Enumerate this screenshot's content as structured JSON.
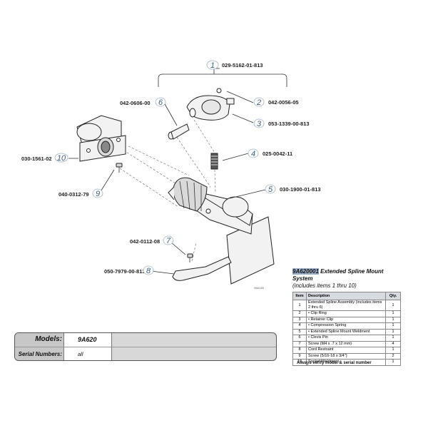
{
  "callouts": [
    {
      "num": "1",
      "part": "029-5162-01-813"
    },
    {
      "num": "2",
      "part": "042-0056-05"
    },
    {
      "num": "3",
      "part": "053-1339-00-813"
    },
    {
      "num": "4",
      "part": "025-0042-11"
    },
    {
      "num": "5",
      "part": "030-1900-01-813"
    },
    {
      "num": "6",
      "part": "042-0606-00"
    },
    {
      "num": "7",
      "part": "042-0112-08"
    },
    {
      "num": "8",
      "part": "050-7979-00-813"
    },
    {
      "num": "9",
      "part": "040-0312-79"
    },
    {
      "num": "10",
      "part": "030-1561-02"
    }
  ],
  "drawing_code": "98A0185",
  "models_box": {
    "models_label": "Models:",
    "models_value": "9A620",
    "serials_label": "Serial Numbers:",
    "serials_value": "all"
  },
  "parts_list": {
    "kit_number": "9A620001",
    "kit_name": " Extended Spline Mount System",
    "subtitle": "(includes items 1 thru 10)",
    "headers": {
      "item": "Item",
      "description": "Description",
      "qty": "Qty."
    },
    "rows": [
      {
        "item": "1",
        "description": "Extended Spline Assembly (includes items 2 thru 6)",
        "qty": "1"
      },
      {
        "item": "2",
        "description": "• Clip Ring",
        "qty": "1"
      },
      {
        "item": "3",
        "description": "• Retainer Clip",
        "qty": "1"
      },
      {
        "item": "4",
        "description": "• Compression Spring",
        "qty": "1"
      },
      {
        "item": "5",
        "description": "• Extended Spline Mount Weldment",
        "qty": "1"
      },
      {
        "item": "6",
        "description": "• Clevis Pin",
        "qty": "1"
      },
      {
        "item": "7",
        "description": "Screw (M4 x .7 x 12 mm)",
        "qty": "4"
      },
      {
        "item": "8",
        "description": "Cord Restraint",
        "qty": "1"
      },
      {
        "item": "9",
        "description": "Screw (5/16-18 x 3/4\")",
        "qty": "2"
      },
      {
        "item": "10",
        "description": "Socket Weldment",
        "qty": "1"
      }
    ],
    "note": "Always verify model & serial number"
  }
}
